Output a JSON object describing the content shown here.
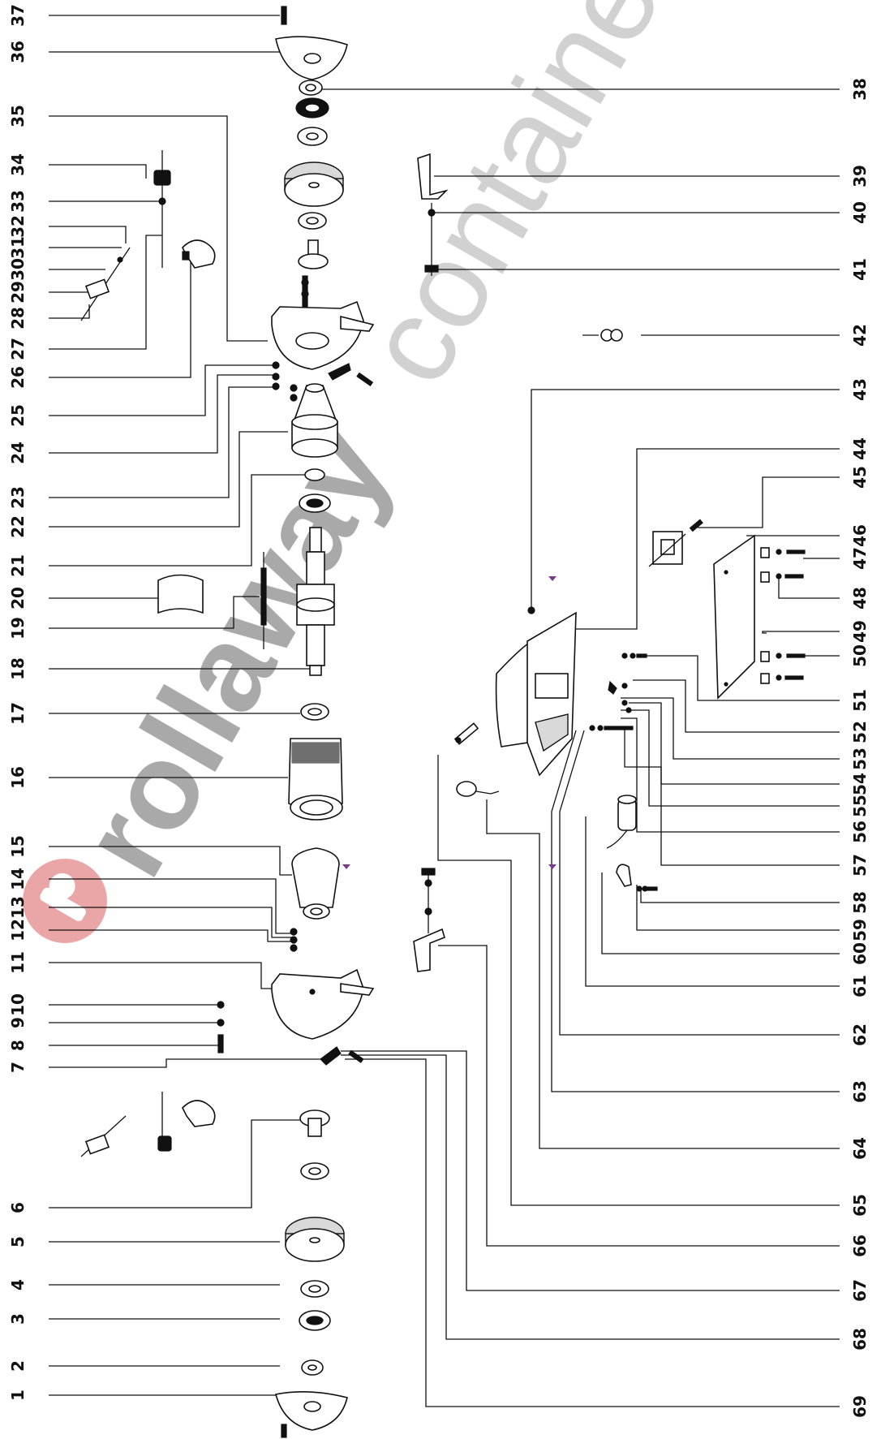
{
  "watermark": {
    "brand_bold": "rollaway",
    "brand_light": "container.com",
    "bold_color": "#9a9a9a",
    "light_color": "#c9c9c9",
    "logo_color": "#e07b7b"
  },
  "colors": {
    "line": "#111111",
    "background": "#ffffff",
    "marker": "#7a3a8c"
  },
  "callouts_left": [
    "37",
    "36",
    "35",
    "34",
    "33",
    "32",
    "31",
    "30",
    "29",
    "28",
    "27",
    "26",
    "25",
    "24",
    "23",
    "22",
    "21",
    "20",
    "19",
    "18",
    "17",
    "16",
    "15",
    "14",
    "13",
    "12",
    "11",
    "10",
    "9",
    "8",
    "7",
    "6",
    "5",
    "4",
    "3",
    "2",
    "1"
  ],
  "callouts_right": [
    "38",
    "39",
    "40",
    "41",
    "42",
    "43",
    "44",
    "45",
    "46",
    "47",
    "48",
    "49",
    "50",
    "51",
    "52",
    "53",
    "54",
    "55",
    "56",
    "57",
    "58",
    "59",
    "60",
    "61",
    "62",
    "63",
    "64",
    "65",
    "66",
    "67",
    "68",
    "69"
  ]
}
